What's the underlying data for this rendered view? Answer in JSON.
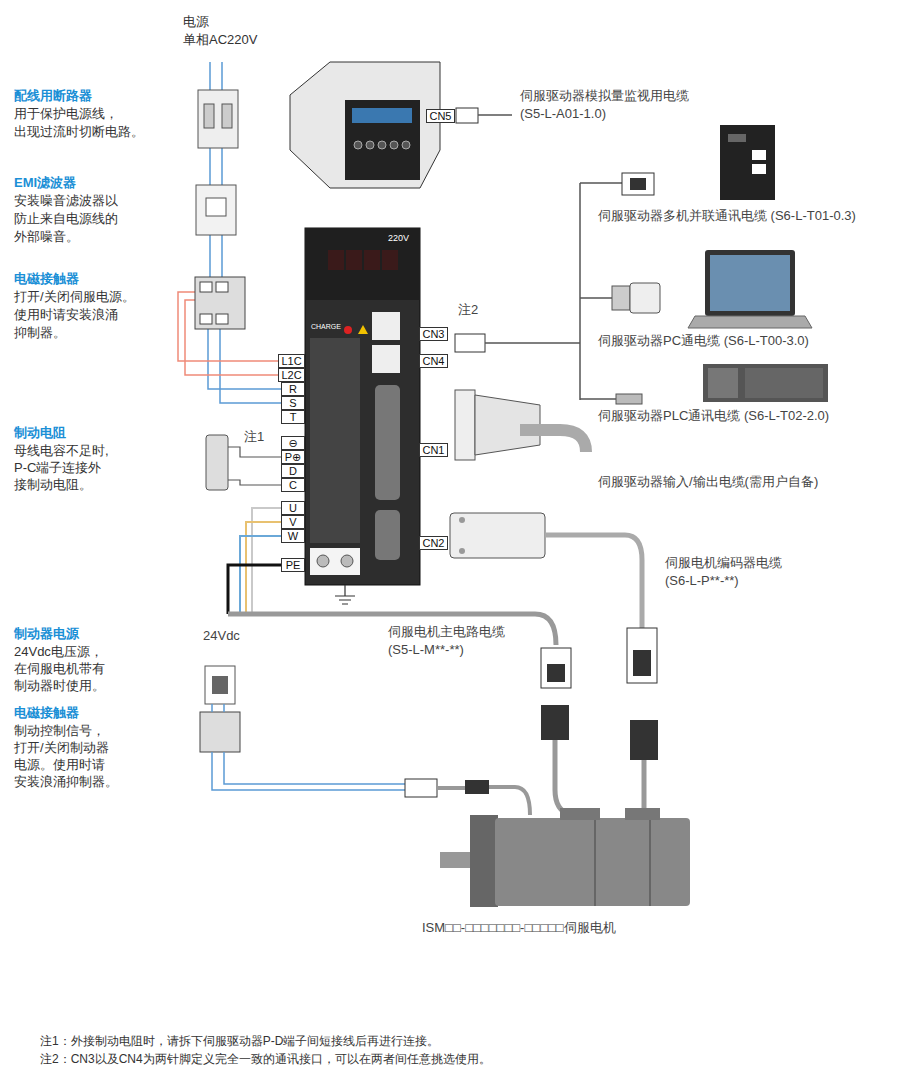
{
  "diagram": {
    "nodes": [
      {
        "text": [
          "CN5"
        ]
      },
      {
        "text": [
          "L1C"
        ]
      },
      {
        "text": [
          "L2C"
        ]
      },
      {
        "text": [
          "R"
        ]
      },
      {
        "text": [
          "S"
        ]
      },
      {
        "text": [
          "T"
        ]
      },
      {
        "text": [
          "⊖"
        ]
      },
      {
        "text": [
          "P⊕"
        ]
      },
      {
        "text": [
          "D"
        ]
      },
      {
        "text": [
          "C"
        ]
      },
      {
        "text": [
          "U"
        ]
      },
      {
        "text": [
          "V"
        ]
      },
      {
        "text": [
          "W"
        ]
      },
      {
        "text": [
          "PE"
        ]
      },
      {
        "text": [
          "CN3"
        ]
      },
      {
        "text": [
          "CN4"
        ]
      },
      {
        "text": [
          "CN1"
        ]
      },
      {
        "text": [
          "CN2"
        ]
      }
    ],
    "labels": [
      "电源",
      "单相AC220V",
      "配线用断路器",
      "用于保护电源线，",
      "出现过流时切断电路。",
      "EMI滤波器",
      "安装噪音滤波器以",
      "防止来自电源线的",
      "外部噪音。",
      "电磁接触器",
      "打开/关闭伺服电源。",
      "使用时请安装浪涌",
      "抑制器。",
      "制动电阻",
      "母线电容不足时,",
      "P-C端子连接外",
      "接制动电阻。",
      "制动器电源",
      "24Vdc电压源，",
      "在伺服电机带有",
      "制动器时使用。",
      "电磁接触器",
      "制动控制信号，",
      "打开/关闭制动器",
      "电源。使用时请",
      "安装浪涌抑制器。",
      "伺服驱动器模拟量监视用电缆",
      "(S5-L-A01-1.0)",
      "伺服驱动器多机并联通讯电缆 (S6-L-T01-0.3)",
      "注2",
      "伺服驱动器PC通电缆 (S6-L-T00-3.0)",
      "伺服驱动器PLC通讯电缆 (S6-L-T02-2.0)",
      "注1",
      "伺服驱动器输入/输出电缆(需用户自备)",
      "伺服电机编码器电缆",
      "(S6-L-P**-**)",
      "24Vdc",
      "伺服电机主电路电缆",
      "(S5-L-M**-**)",
      "ISM□□-□□□□□□□-□□□□□伺服电机",
      "注1：外接制动电阻时，请拆下伺服驱动器P-D端子间短接线后再进行连接。",
      "注2：CN3以及CN4为两针脚定义完全一致的通讯接口，可以在两者间任意挑选使用。",
      "220V",
      "CHARGE"
    ]
  }
}
